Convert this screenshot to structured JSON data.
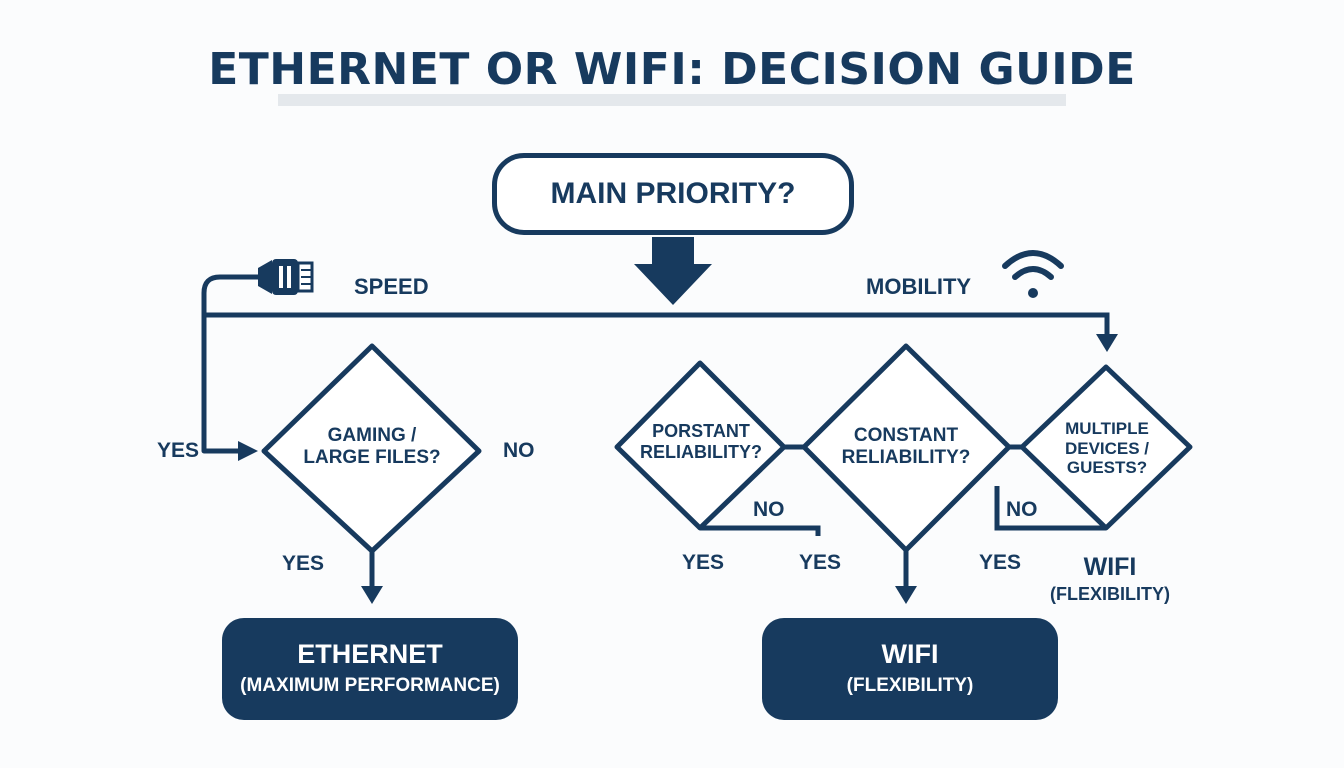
{
  "title": "ETHERNET OR WIFI: DECISION GUIDE",
  "start": {
    "label": "MAIN PRIORITY?"
  },
  "branches": {
    "left": "SPEED",
    "right": "MOBILITY"
  },
  "decisions": {
    "gaming": {
      "line1": "GAMING /",
      "line2": "LARGE FILES?"
    },
    "porstant": {
      "line1": "PORSTANT",
      "line2": "RELIABILITY?"
    },
    "constant": {
      "line1": "CONSTANT",
      "line2": "RELIABILITY?"
    },
    "multiple": {
      "line1": "MULTIPLE",
      "line2": "DEVICES /",
      "line3": "GUESTS?"
    }
  },
  "edge_labels": {
    "yes_left": "YES",
    "no_gaming": "NO",
    "yes_gaming": "YES",
    "no_porstant": "NO",
    "yes_porstant": "YES",
    "yes_constant": "YES",
    "no_multiple": "NO",
    "yes_multiple": "YES"
  },
  "outcomes": {
    "ethernet": {
      "main": "ETHERNET",
      "sub": "(MAXIMUM PERFORMANCE)"
    },
    "wifi": {
      "main": "WIFI",
      "sub": "(FLEXIBILITY)"
    },
    "wifi_side": {
      "main": "WIFI",
      "sub": "(FLEXIBILITY)"
    }
  },
  "icons": {
    "ethernet": "ethernet-plug-icon",
    "wifi": "wifi-icon"
  },
  "colors": {
    "primary": "#173a5e",
    "background": "#fbfcfd",
    "title_rule": "#e4e8ec"
  }
}
